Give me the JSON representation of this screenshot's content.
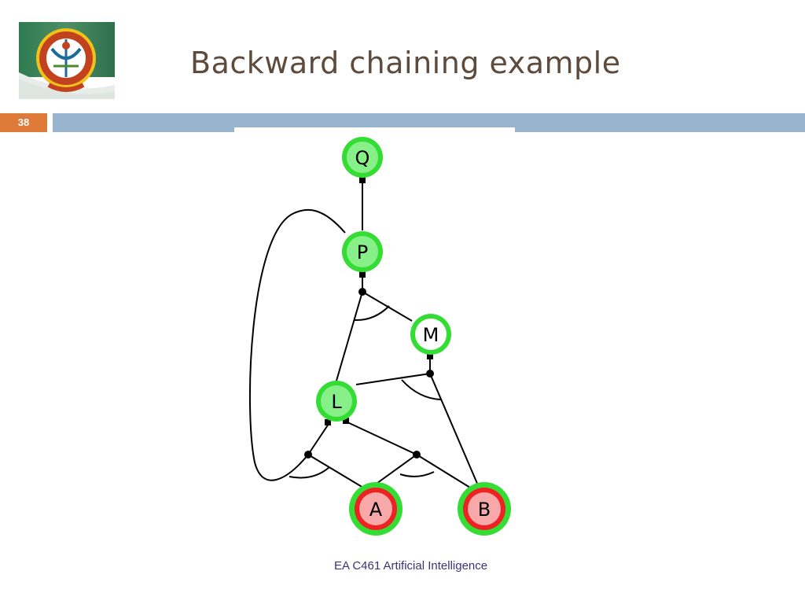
{
  "slide": {
    "title": "Backward chaining example",
    "number": "38",
    "footer": "EA C461 Artificial Intelligence"
  },
  "colors": {
    "title": "#5e4b3c",
    "slide_number_bg": "#e07a39",
    "header_bar": "#97b4cf",
    "node_ring": "#33dd33",
    "node_fill_proved": "#88f088",
    "node_fill_known": "#ee2222",
    "node_fill_pending": "#ffffff",
    "footer_text": "#3c3275"
  },
  "diagram": {
    "nodes": [
      {
        "id": "Q",
        "label": "Q",
        "state": "proved"
      },
      {
        "id": "P",
        "label": "P",
        "state": "proved"
      },
      {
        "id": "M",
        "label": "M",
        "state": "pending"
      },
      {
        "id": "L",
        "label": "L",
        "state": "proved"
      },
      {
        "id": "A",
        "label": "A",
        "state": "known"
      },
      {
        "id": "B",
        "label": "B",
        "state": "known"
      }
    ],
    "rules": [
      {
        "premises": [
          "P"
        ],
        "conclusion": "Q"
      },
      {
        "premises": [
          "L",
          "M"
        ],
        "conclusion": "P"
      },
      {
        "premises": [
          "B",
          "L"
        ],
        "conclusion": "M"
      },
      {
        "premises": [
          "A",
          "P"
        ],
        "conclusion": "L"
      },
      {
        "premises": [
          "A",
          "B"
        ],
        "conclusion": "L"
      }
    ]
  }
}
